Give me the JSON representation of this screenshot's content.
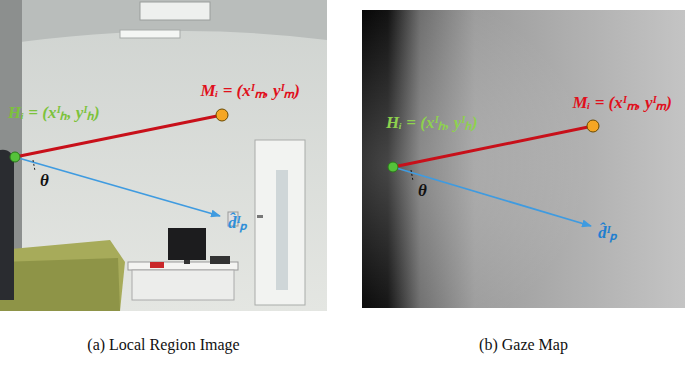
{
  "diagram": {
    "nodes": [
      {
        "text": [
          "(a) Local Region Image"
        ]
      },
      {
        "text": [
          "(b) Gaze Map"
        ]
      }
    ],
    "labels": [
      "Mᵢ = (xᴵₘ, yᴵₘ)",
      "Hᵢ = (xᴵₕ, yᴵₕ)",
      "θ",
      "d̂ᴵₚ",
      "Mᵢ = (xᴵₘ, yᴵₘ)",
      "Hᵢ = (xᴵₕ, yᴵₕ)",
      "θ",
      "d̂ᴵₚ"
    ]
  }
}
